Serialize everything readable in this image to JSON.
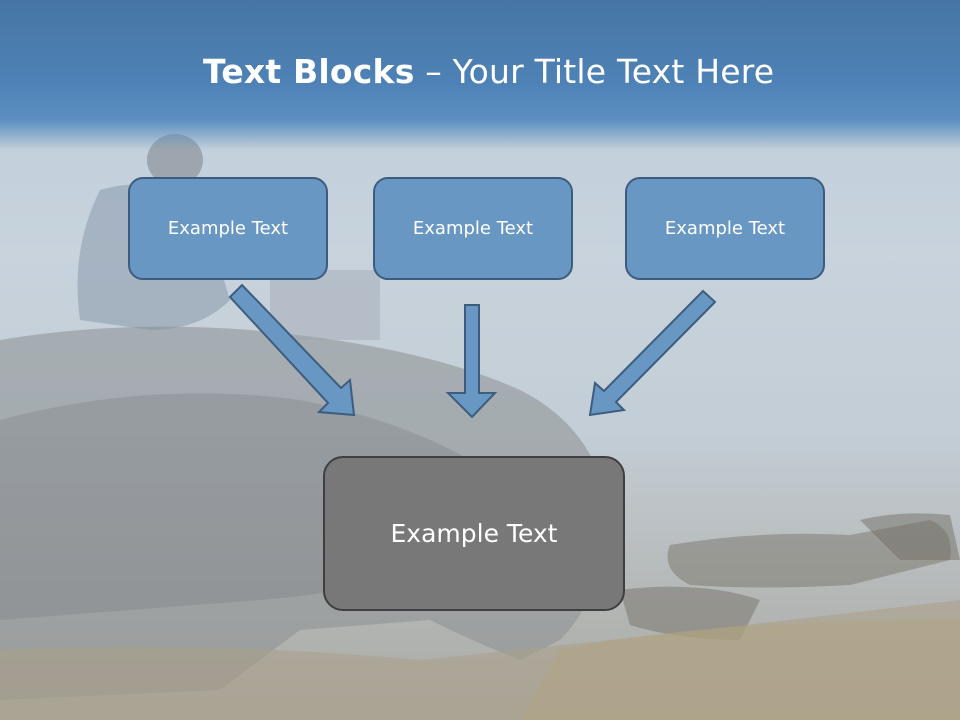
{
  "title": {
    "bold": "Text Blocks",
    "rest": " – Your Title Text Here"
  },
  "boxes": {
    "left": "Example Text",
    "center": "Example Text",
    "right": "Example Text",
    "bottom": "Example Text"
  },
  "colors": {
    "title_band": "#4e82b6",
    "box_fill": "#6897c4",
    "box_border": "#3d5d7e",
    "bottom_fill": "#787878",
    "bottom_border": "#3f3f3f",
    "arrow_fill": "#6897c4"
  }
}
